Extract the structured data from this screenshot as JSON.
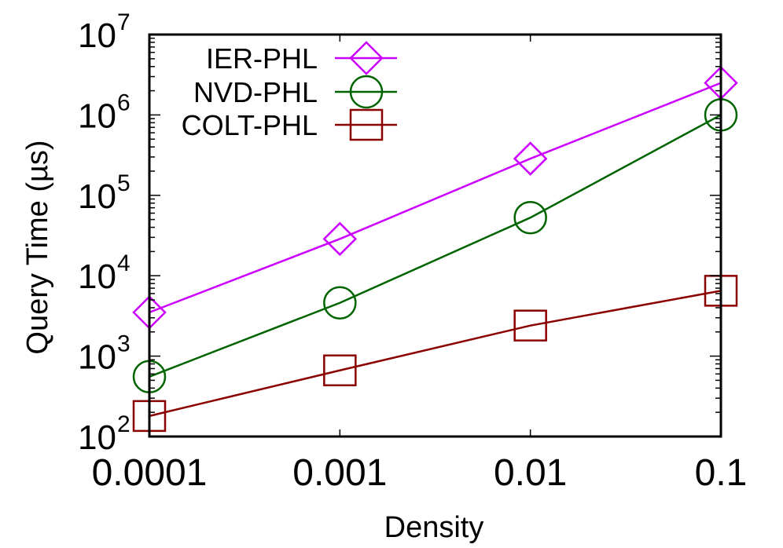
{
  "chart_data": {
    "type": "line",
    "title": "",
    "xlabel": "Density",
    "ylabel": "Query Time (µs)",
    "xscale": "log",
    "yscale": "log",
    "x": [
      0.0001,
      0.001,
      0.01,
      0.1
    ],
    "x_tick_labels": [
      "0.0001",
      "0.001",
      "0.01",
      "0.1"
    ],
    "xlim": [
      0.0001,
      0.1
    ],
    "ylim": [
      100,
      10000000
    ],
    "y_ticks": [
      {
        "base": "10",
        "exp": "2",
        "value": 100
      },
      {
        "base": "10",
        "exp": "3",
        "value": 1000
      },
      {
        "base": "10",
        "exp": "4",
        "value": 10000
      },
      {
        "base": "10",
        "exp": "5",
        "value": 100000
      },
      {
        "base": "10",
        "exp": "6",
        "value": 1000000
      },
      {
        "base": "10",
        "exp": "7",
        "value": 10000000
      }
    ],
    "grid": false,
    "legend_position": "top-left (inside)",
    "series": [
      {
        "name": "IER-PHL",
        "color": "#cc00ff",
        "marker": "diamond",
        "values": [
          3500,
          28700,
          286000,
          2500000
        ]
      },
      {
        "name": "NVD-PHL",
        "color": "#006400",
        "marker": "circle",
        "values": [
          555,
          4600,
          52800,
          1000000
        ]
      },
      {
        "name": "COLT-PHL",
        "color": "#8b0000",
        "marker": "square",
        "values": [
          180,
          665,
          2400,
          6500
        ]
      }
    ]
  }
}
